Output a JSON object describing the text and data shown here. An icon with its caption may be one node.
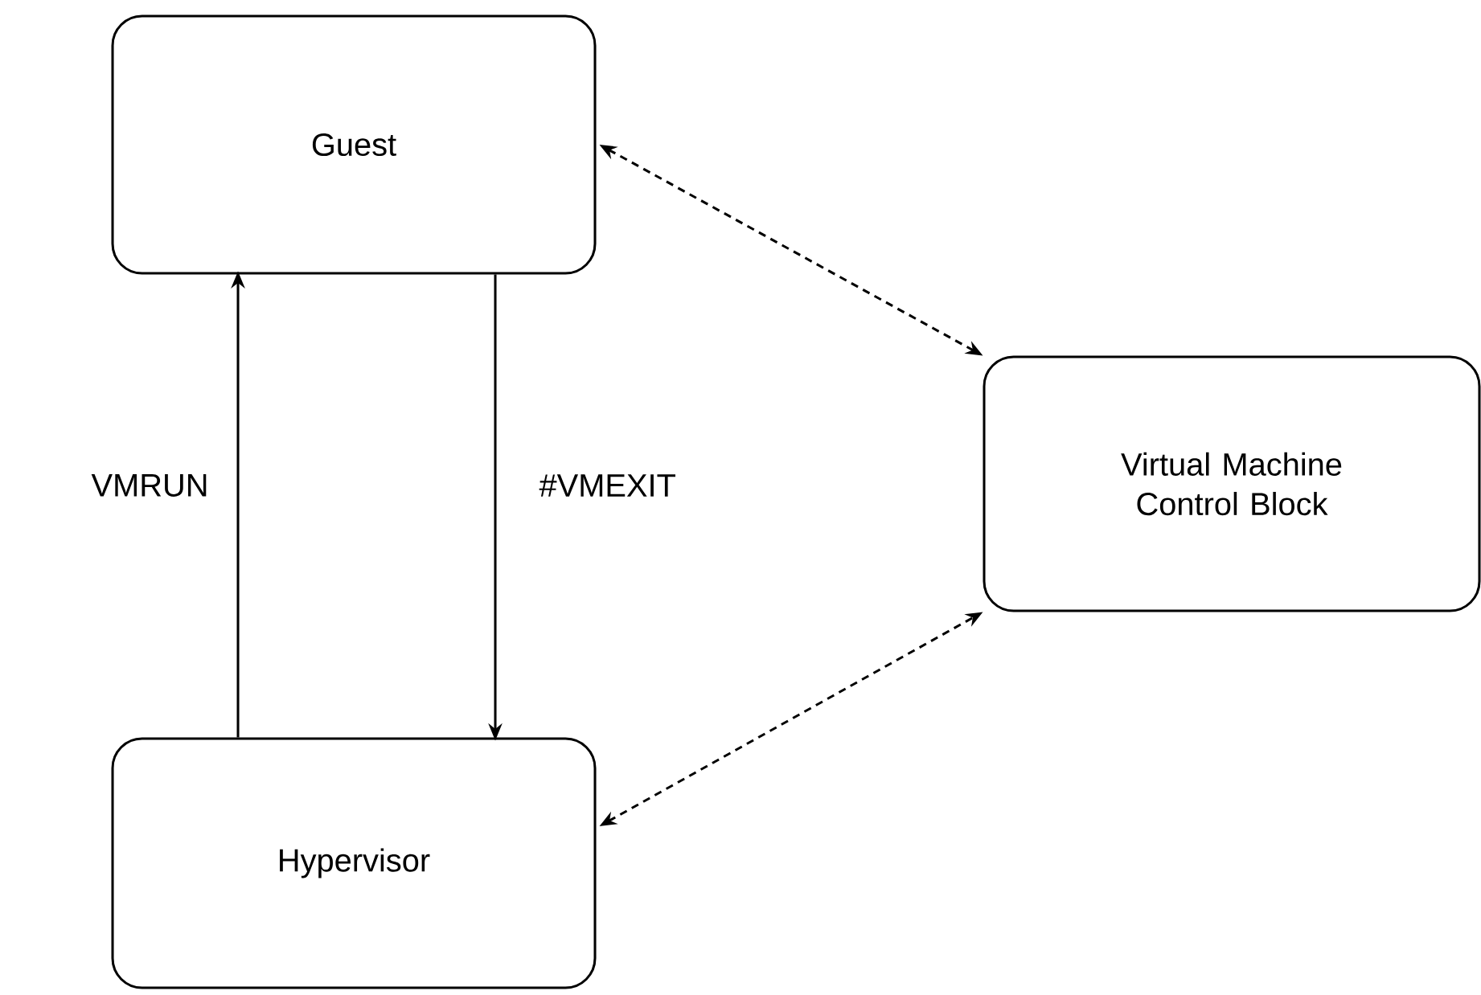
{
  "diagram": {
    "nodes": [
      {
        "text": [
          "Guest"
        ]
      },
      {
        "text": [
          "Hypervisor"
        ]
      },
      {
        "text": [
          "Virtual Machine Control Block"
        ]
      }
    ],
    "edges": [
      {
        "from": 1,
        "to": 0,
        "arrow": "to",
        "label": "VMRUN"
      },
      {
        "from": 0,
        "to": 1,
        "arrow": "to",
        "label": "#VMEXIT"
      },
      {
        "from": 0,
        "to": 2,
        "arrow": "both",
        "style": "dashed"
      },
      {
        "from": 1,
        "to": 2,
        "arrow": "both",
        "style": "dashed"
      }
    ]
  }
}
